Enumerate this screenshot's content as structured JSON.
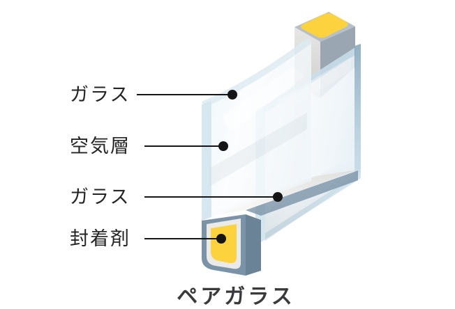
{
  "figure": {
    "title": "ペアガラス",
    "labels": [
      {
        "id": "glass-outer",
        "text": "ガラス"
      },
      {
        "id": "air-layer",
        "text": "空気層"
      },
      {
        "id": "glass-inner",
        "text": "ガラス"
      },
      {
        "id": "sealant",
        "text": "封着剤"
      }
    ],
    "colors": {
      "glass_edge": "#cfe2ec",
      "glass_edge_light": "#dcebf2",
      "glass_face": "#eef6fa",
      "glass_face_deep": "#c9e0ec",
      "sealant_yellow": "#fcd33f",
      "spacer_gray": "#dcdcda",
      "spacer_gray_dark": "#9aa6b2",
      "spacer_frame": "#b6bfc8",
      "frame_blue": "#7b93a7",
      "frame_blue_dark": "#6b8396",
      "ring_white": "#eaebe9",
      "line_black": "#151515",
      "label_text": "#242424",
      "title_text": "#3a3a3c"
    }
  }
}
